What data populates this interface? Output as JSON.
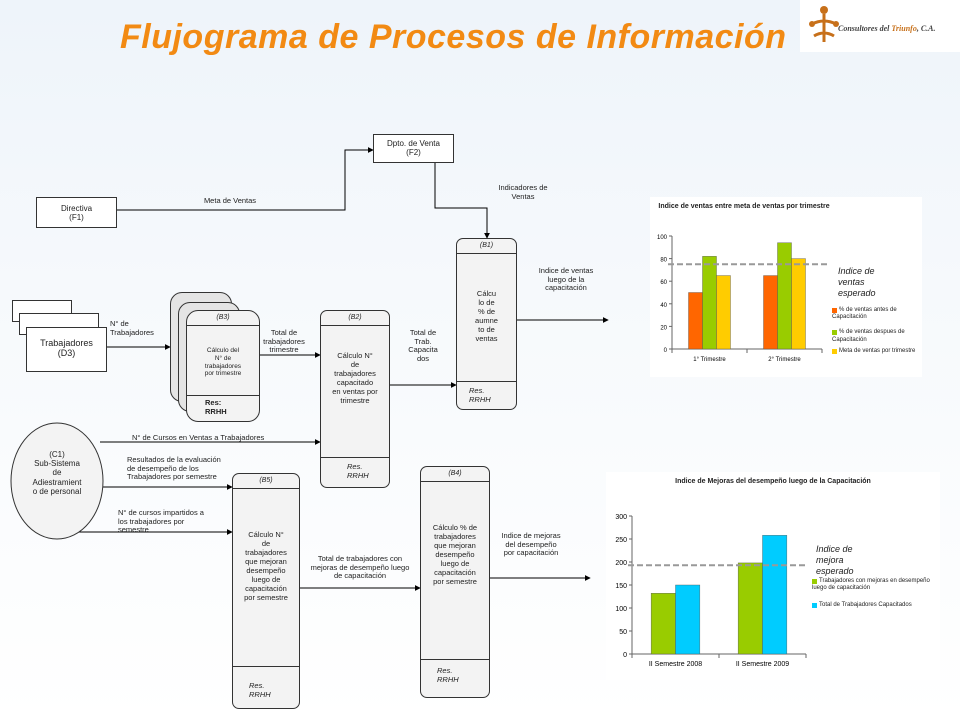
{
  "title": "Flujograma de Procesos de Información",
  "logo": {
    "text_a": "Consultores del ",
    "text_b": "Triunfo",
    "text_c": ", C.A."
  },
  "entities": {
    "directiva": "Directiva\n(F1)",
    "dpto_venta": "Dpto. de Venta\n(F2)",
    "trabajadores": "Trabajadores\n(D3)",
    "subsistema": "(C1)\nSub-Sistema\nde\nAdiestramient\no de personal"
  },
  "processes": {
    "b3": {
      "code": "(B3)",
      "text": "Cálculo del\nN° de\ntrabajadores\npor trimestre",
      "res": "Res:\nRRHH"
    },
    "b2": {
      "code": "(B2)",
      "text": "Cálculo N°\nde\ntrabajadores\ncapacitado\nen ventas por\ntrimestre",
      "res": "Res.\nRRHH"
    },
    "b1": {
      "code": "(B1)",
      "text": "Cálcu\nlo de\n% de\naumne\nto de\nventas",
      "res": "Res.\nRRHH"
    },
    "b5": {
      "code": "(B5)",
      "text": "Cálculo N°\nde\ntrabajadores\nque mejoran\ndesempeño\nluego de\ncapacitación\npor semestre",
      "res": "Res.\nRRHH"
    },
    "b4": {
      "code": "(B4)",
      "text": "Cálculo % de\ntrabajadores\nque mejoran\ndesempeño\nluego de\ncapacitación\npor semestre",
      "res": "Res.\nRRHH"
    }
  },
  "flows": {
    "meta_ventas": "Meta de Ventas",
    "indicadores_ventas": "Indicadores  de\nVentas",
    "n_trabajadores": "N° de\nTrabajadores",
    "total_trimestre": "Total de\ntrabajadores\ntrimestre",
    "total_trab_capacitados": "Total de\nTrab.\nCapacita\ndos",
    "indice_ventas": "Indice de ventas\nluego de la\ncapacitación",
    "n_cursos": "N° de Cursos en Ventas  a Trabajadores",
    "resultados_eval": "Resultados  de la evaluación\nde desempeño  de  los\nTrabajadores  por semestre",
    "n_cursos_impartidos": "N° de cursos impartidos a\nlos trabajadores  por\nsemestre",
    "total_mejoras": "Total de trabajadores  con\nmejoras de desempeño  luego\nde capacitación",
    "indice_mejoras": "Indice de mejoras\ndel desempeño\npor capacitación"
  },
  "annotations": {
    "ventas_esperado": "Indice de\nventas\nesperado",
    "mejora_esperado": "Indice de\nmejora\nesperado"
  },
  "chart_data": [
    {
      "type": "bar",
      "title": "Indice de ventas entre meta de ventas por trimestre",
      "categories": [
        "1° Trimestre",
        "2° Trimestre"
      ],
      "series": [
        {
          "name": "% de ventas antes de Capacitación",
          "values": [
            50,
            65
          ],
          "color": "#ff6600"
        },
        {
          "name": "% de ventas despues de Capacitación",
          "values": [
            82,
            94
          ],
          "color": "#99cc00"
        },
        {
          "name": "Meta de ventas por trimestre",
          "values": [
            65,
            80
          ],
          "color": "#ffcc00"
        }
      ],
      "reference_value": 75,
      "ylim": [
        0,
        100
      ],
      "yticks": [
        0,
        20,
        40,
        60,
        80,
        100
      ],
      "grid": false,
      "legend": "right"
    },
    {
      "type": "bar",
      "title": "Indice de Mejoras del desempeño luego de la Capacitación",
      "categories": [
        "II Semestre 2008",
        "II Semestre 2009"
      ],
      "series": [
        {
          "name": "Trabajadores con mejoras en desempeño luego de capacitación",
          "values": [
            132,
            198
          ],
          "color": "#99cc00"
        },
        {
          "name": "Total de Trabajadores Capacitados",
          "values": [
            150,
            258
          ],
          "color": "#00ccff"
        }
      ],
      "reference_value": 193,
      "ylim": [
        0,
        300
      ],
      "yticks": [
        0,
        50,
        100,
        150,
        200,
        250,
        300
      ],
      "grid": false,
      "legend": "right"
    }
  ]
}
